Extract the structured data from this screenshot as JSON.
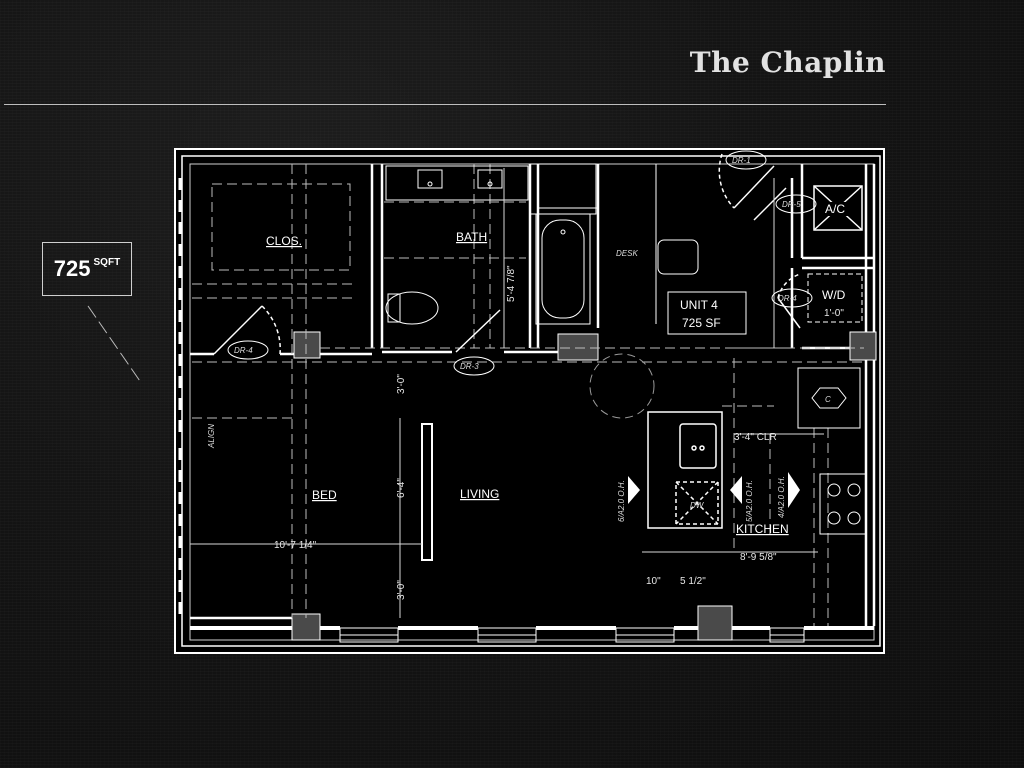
{
  "header": {
    "title": "The Chaplin"
  },
  "badge": {
    "number": "725",
    "unit": "SQFT"
  },
  "floorplan": {
    "rooms": {
      "closet": "CLOS.",
      "bath": "BATH",
      "bed": "BED",
      "living": "LIVING",
      "kitchen": "KITCHEN",
      "desk": "DESK",
      "ac": "A/C",
      "wd": "W/D"
    },
    "unit_label": {
      "name": "UNIT 4",
      "area": "725 SF"
    },
    "doors": {
      "dr1": "DR-1",
      "dr5": "DR-5",
      "dr4_left": "DR-4",
      "dr4_right": "DR-4",
      "dr3": "DR-3"
    },
    "dimensions": {
      "bed_width": "10'-7 1/4\"",
      "kitchen_width": "8'-9 5/8\"",
      "kitchen_clr": "3'-4\" CLR",
      "bath_depth": "5'-4 7/8\"",
      "wall_gap": "3'-0\"",
      "wall_gap_bottom": "3'-0\"",
      "wall_height": "6'-4\"",
      "bottom_left": "10\"",
      "bottom_mid": "5 1/2\"",
      "wd_dim": "1'-0\"",
      "oh_left": "6/A2.0 O.H.",
      "oh_mid": "5/A2.0 O.H.",
      "oh_right": "4/A2.0 O.H."
    },
    "fixtures": {
      "dishwasher": "DW",
      "closet_symbol": "C",
      "align": "ALIGN"
    }
  }
}
